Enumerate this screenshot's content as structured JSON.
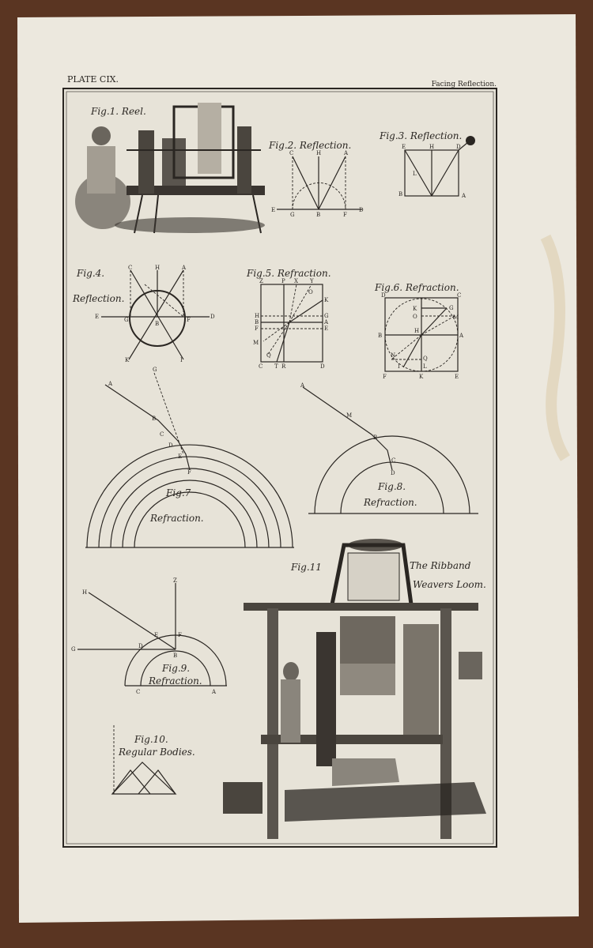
{
  "header": {
    "plate": "PLATE CIX.",
    "facing": "Facing Reflection."
  },
  "figures": {
    "fig1": {
      "caption": "Fig.1. Reel."
    },
    "fig2": {
      "caption": "Fig.2. Reflection.",
      "labels": [
        "C",
        "H",
        "A",
        "E",
        "G",
        "B",
        "F",
        "D"
      ]
    },
    "fig3": {
      "caption": "Fig.3. Reflection.",
      "labels": [
        "E",
        "H",
        "D",
        "B",
        "A",
        "L"
      ]
    },
    "fig4": {
      "caption": "Fig.4.",
      "caption2": "Reflection.",
      "labels": [
        "C",
        "H",
        "A",
        "E",
        "G",
        "B",
        "F",
        "D",
        "K",
        "I"
      ]
    },
    "fig5": {
      "caption": "Fig.5. Refraction.",
      "labels": [
        "Z",
        "P",
        "X",
        "Y",
        "K",
        "H",
        "B",
        "F",
        "M",
        "G",
        "A",
        "E",
        "C",
        "Q",
        "T",
        "R",
        "D",
        "O"
      ]
    },
    "fig6": {
      "caption": "Fig.6. Refraction.",
      "labels": [
        "D",
        "C",
        "K",
        "G",
        "O",
        "M",
        "B",
        "H",
        "A",
        "N",
        "Q",
        "I",
        "L",
        "F",
        "K",
        "E"
      ]
    },
    "fig7": {
      "caption": "Fig.7",
      "caption2": "Refraction.",
      "labels": [
        "A",
        "G",
        "B",
        "C",
        "D",
        "E",
        "F"
      ]
    },
    "fig8": {
      "caption": "Fig.8.",
      "caption2": "Refraction.",
      "labels": [
        "A",
        "M",
        "B",
        "C",
        "D"
      ]
    },
    "fig9": {
      "caption": "Fig.9.",
      "caption2": "Refraction.",
      "labels": [
        "H",
        "Z",
        "G",
        "E",
        "F",
        "D",
        "B",
        "C",
        "A"
      ]
    },
    "fig10": {
      "caption": "Fig.10.",
      "caption2": "Regular Bodies."
    },
    "fig11": {
      "caption": "Fig.11",
      "title1": "The Ribband",
      "title2": "Weavers Loom."
    }
  },
  "colors": {
    "wood": "#5a3522",
    "paper": "#ece8de",
    "ink": "#2a2622"
  }
}
